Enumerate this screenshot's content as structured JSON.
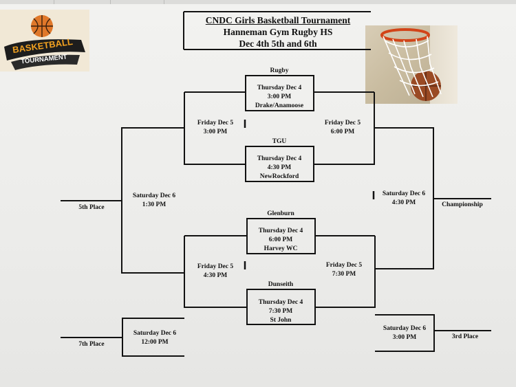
{
  "header": {
    "title": "CNDC Girls Basketball Tournament",
    "venue": "Hanneman Gym Rugby HS",
    "dates": "Dec 4th 5th and 6th"
  },
  "logo": {
    "line1": "BASKETBALL",
    "line2": "TOURNAMENT",
    "icon": "basketball-icon"
  },
  "photo": {
    "icon": "basketball-hoop-icon"
  },
  "games": {
    "rugby_game": {
      "team": "Rugby",
      "day": "Thursday  Dec 4",
      "time": "3:00 PM",
      "opponent": "Drake/Anamoose"
    },
    "tgu_game": {
      "team": "TGU",
      "day": "Thursday  Dec 4",
      "time": "4:30 PM",
      "opponent": "NewRockford"
    },
    "glenburn_game": {
      "team": "Glenburn",
      "day": "Thursday  Dec 4",
      "time": "6:00 PM",
      "opponent": "Harvey WC"
    },
    "dunseith_game": {
      "team": "Dunseith",
      "day": "Thursday  Dec 4",
      "time": "7:30 PM",
      "opponent": "St John"
    }
  },
  "rounds": {
    "top_consolation": {
      "day": "Friday  Dec 5",
      "time": "3:00 PM"
    },
    "top_semifinal": {
      "day": "Friday  Dec 5",
      "time": "6:00 PM"
    },
    "bottom_consolation": {
      "day": "Friday  Dec 5",
      "time": "4:30 PM"
    },
    "bottom_semifinal": {
      "day": "Friday  Dec 5",
      "time": "7:30 PM"
    },
    "fifth_place_game": {
      "day": "Saturday  Dec 6",
      "time": "1:30 PM",
      "label": "5th Place"
    },
    "championship_game": {
      "day": "Saturday  Dec 6",
      "time": "4:30 PM",
      "label": "Championship"
    },
    "seventh_place_game": {
      "day": "Saturday  Dec 6",
      "time": "12:00 PM",
      "label": "7th Place"
    },
    "third_place_game": {
      "day": "Saturday  Dec 6",
      "time": "3:00 PM",
      "label": "3rd Place"
    }
  }
}
